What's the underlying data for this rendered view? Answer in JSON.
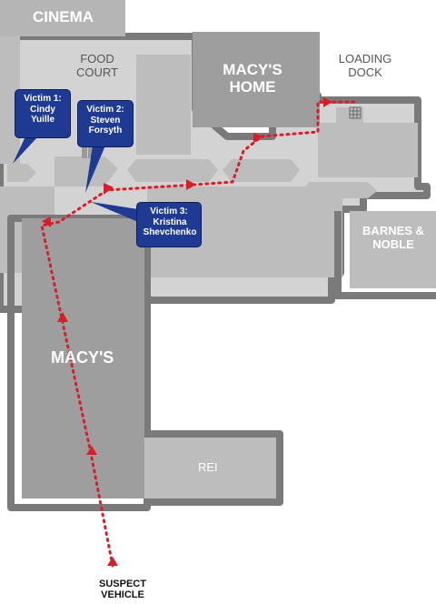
{
  "stores": {
    "cinema": "CINEMA",
    "macys_home": "MACY'S HOME",
    "barnes_noble": "BARNES & NOBLE",
    "macys": "MACY'S",
    "rei": "REI"
  },
  "areas": {
    "food_court": "FOOD COURT",
    "loading_dock": "LOADING DOCK"
  },
  "victims": [
    {
      "label": "Victim 1:",
      "name": "Cindy Yuille"
    },
    {
      "label": "Victim 2:",
      "name": "Steven Forsyth"
    },
    {
      "label": "Victim 3:",
      "name": "Kristina Shevchenko"
    }
  ],
  "suspect_vehicle": "SUSPECT VEHICLE",
  "colors": {
    "corridor": "#d3d3d3",
    "store_light": "#bdbdbd",
    "store_dark": "#9e9e9e",
    "outline": "#7a7a7a",
    "victim_box": "#1f3a93",
    "route": "#d81e2a"
  }
}
